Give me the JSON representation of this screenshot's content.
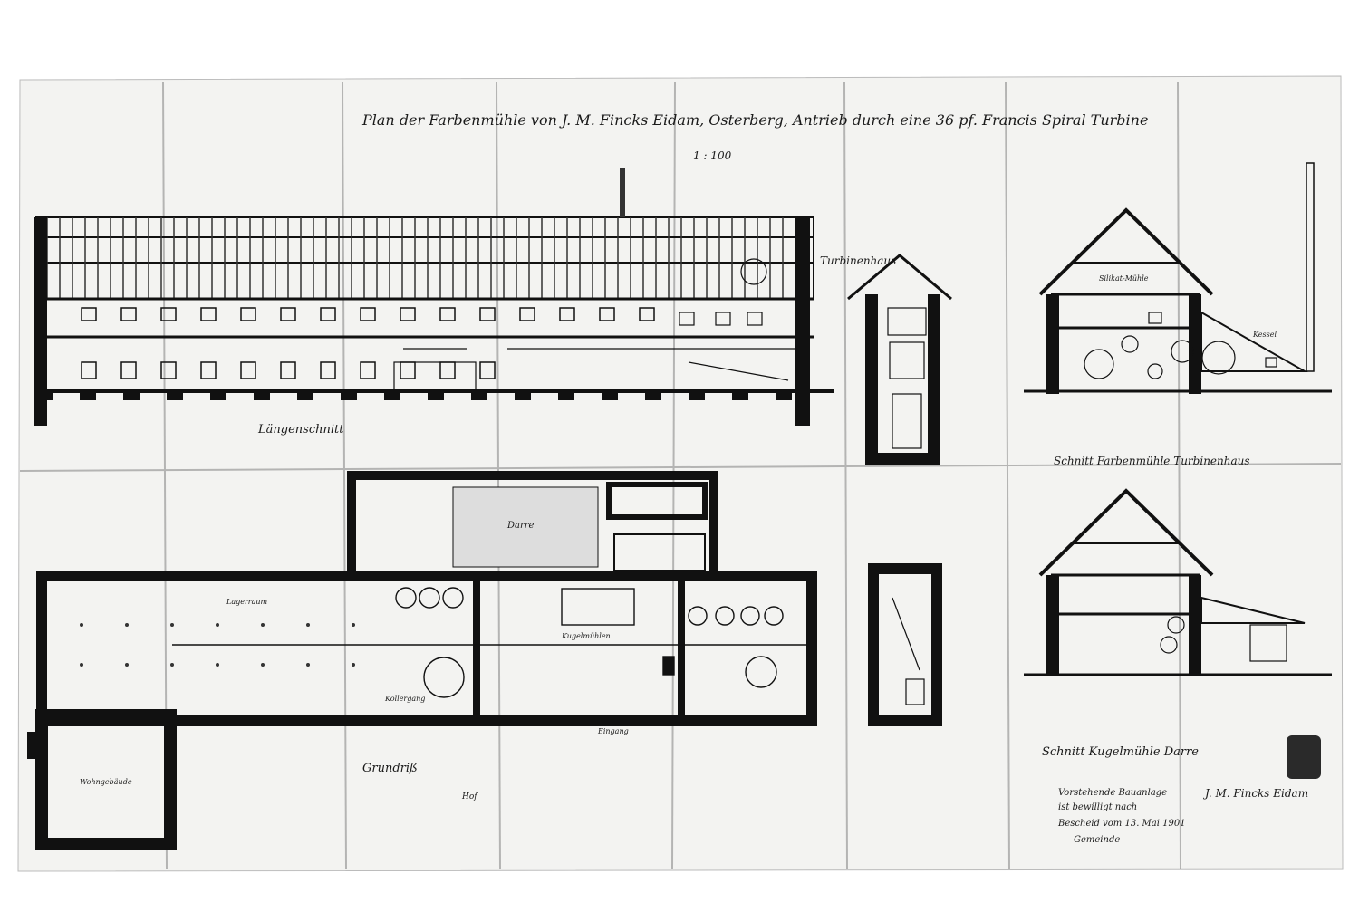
{
  "title": "Plan der Farbenmühle von J. M. Fincks Eidam, Osterberg, Antrieb durch eine 36 pf. Francis Spiral Turbine",
  "scale": "1 : 100",
  "labels": {
    "laengsschnitt": "Längenschnitt",
    "turbinenhaus": "Turbinenhaus",
    "grundriss": "Grundriß",
    "schnitt_farbenmuehle": "Schnitt Farbenmühle Turbinenhaus",
    "schnitt_kugelmuehle": "Schnitt Kugelmühle Darre",
    "darre": "Darre",
    "kugelmuehlen": "Kugelmühlen",
    "kollergang": "Kollergang",
    "wohngebaeude": "Wohngebäude",
    "hof": "Hof",
    "eingang": "Eingang",
    "lager": "Lagerraum",
    "silikatmuehle": "Silikat-Mühle",
    "kessel": "Kessel"
  },
  "approval": {
    "line1": "Vorstehende Bauanlage",
    "line2": "ist bewilligt nach",
    "line3": "Bescheid vom 13. Mai 1901",
    "line4": "Gemeinde",
    "signature": "J. M. Fincks Eidam"
  },
  "colors": {
    "wall": "#111111",
    "paper": "#f3f3f1",
    "ink": "#1a1a1a",
    "fold": "#9a9a9a"
  }
}
